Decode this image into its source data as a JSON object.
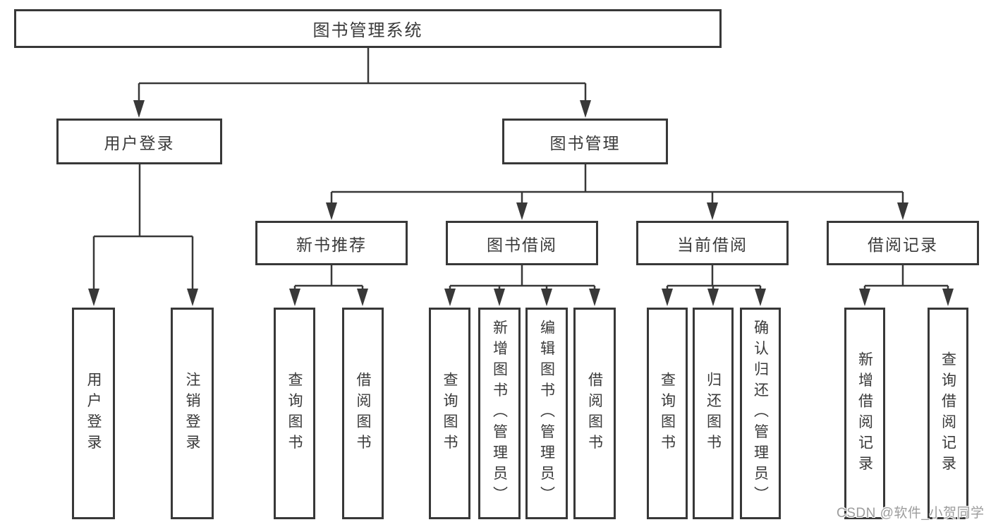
{
  "diagram": {
    "title": "图书管理系统",
    "level2": [
      {
        "label": "用户登录"
      },
      {
        "label": "图书管理"
      }
    ],
    "level3": [
      {
        "label": "新书推荐",
        "parent": "图书管理"
      },
      {
        "label": "图书借阅",
        "parent": "图书管理"
      },
      {
        "label": "当前借阅",
        "parent": "图书管理"
      },
      {
        "label": "借阅记录",
        "parent": "图书管理"
      }
    ],
    "leaves": [
      {
        "label": "用户登录",
        "parent": "用户登录"
      },
      {
        "label": "注销登录",
        "parent": "用户登录"
      },
      {
        "label": "查询图书",
        "parent": "新书推荐"
      },
      {
        "label": "借阅图书",
        "parent": "新书推荐"
      },
      {
        "label": "查询图书",
        "parent": "图书借阅"
      },
      {
        "label": "新增图书（管理员）",
        "parent": "图书借阅"
      },
      {
        "label": "编辑图书（管理员）",
        "parent": "图书借阅"
      },
      {
        "label": "借阅图书",
        "parent": "图书借阅"
      },
      {
        "label": "查询图书",
        "parent": "当前借阅"
      },
      {
        "label": "归还图书",
        "parent": "当前借阅"
      },
      {
        "label": "确认归还（管理员）",
        "parent": "当前借阅"
      },
      {
        "label": "新增借阅记录",
        "parent": "借阅记录"
      },
      {
        "label": "查询借阅记录",
        "parent": "借阅记录"
      }
    ],
    "watermark": "CSDN @软件_小贺同学",
    "colors": {
      "line": "#383838",
      "text": "#3a3a3a",
      "watermark": "#9c9c9c",
      "background": "#ffffff"
    }
  }
}
